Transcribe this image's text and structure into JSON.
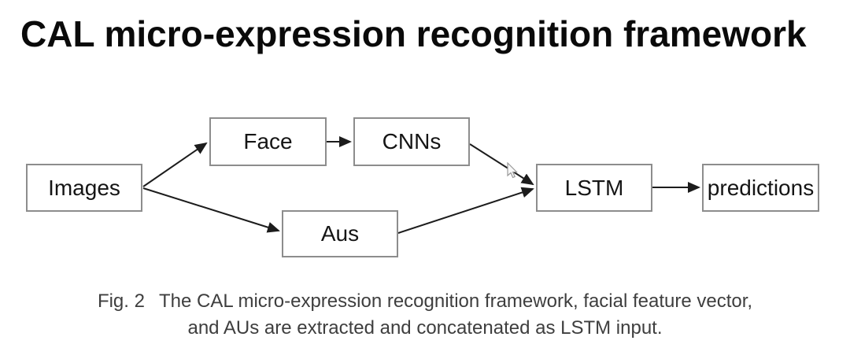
{
  "title": "CAL micro-expression recognition framework",
  "diagram": {
    "nodes": {
      "images": {
        "label": "Images"
      },
      "face": {
        "label": "Face"
      },
      "cnns": {
        "label": "CNNs"
      },
      "aus": {
        "label": "Aus"
      },
      "lstm": {
        "label": "LSTM"
      },
      "predictions": {
        "label": "predictions"
      }
    },
    "edges": [
      {
        "from": "images",
        "to": "face"
      },
      {
        "from": "images",
        "to": "aus"
      },
      {
        "from": "face",
        "to": "cnns"
      },
      {
        "from": "cnns",
        "to": "lstm"
      },
      {
        "from": "aus",
        "to": "lstm"
      },
      {
        "from": "lstm",
        "to": "predictions"
      }
    ]
  },
  "caption": {
    "fig_label": "Fig. 2",
    "line1": "The CAL micro-expression recognition framework, facial feature vector,",
    "line2": "and AUs are extracted and concatenated as LSTM input."
  },
  "icons": {
    "mouse_cursor": "mouse-pointer"
  },
  "colors": {
    "box_border": "#8d8d8d",
    "arrow": "#1c1c1c",
    "node_text": "#151515",
    "title_color": "#0a0a0a",
    "caption_color": "#3e3e3e",
    "bg": "#ffffff"
  }
}
